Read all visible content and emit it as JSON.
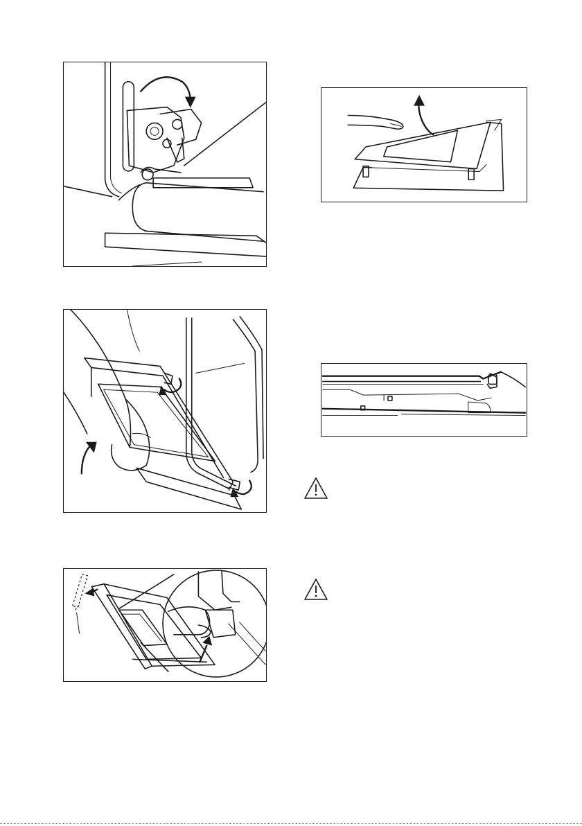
{
  "page": {
    "figures": [
      {
        "id": "hinge-lever-rotate",
        "icon": "hinge-lever-icon"
      },
      {
        "id": "glass-panel-lift",
        "icon": "glass-panel-icon"
      },
      {
        "id": "door-lift-off",
        "icon": "oven-door-icon"
      },
      {
        "id": "door-trim-profile",
        "icon": "trim-profile-icon"
      },
      {
        "id": "door-strip-removal",
        "icon": "door-strip-icon"
      }
    ],
    "warnings": [
      {
        "icon": "warning-triangle-icon"
      },
      {
        "icon": "warning-triangle-icon"
      }
    ]
  }
}
